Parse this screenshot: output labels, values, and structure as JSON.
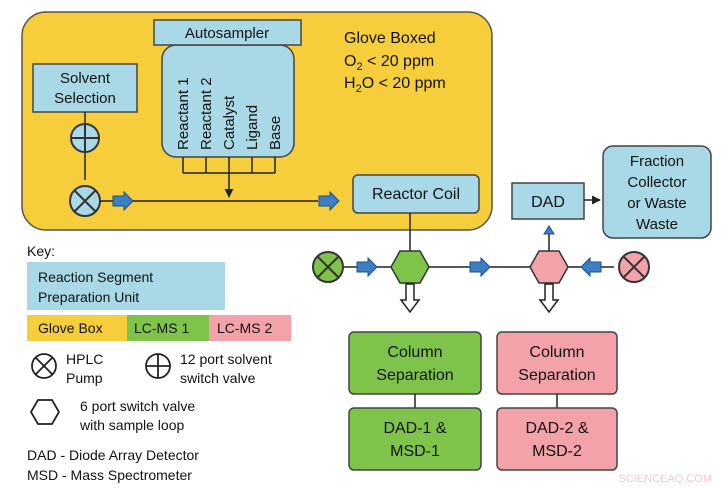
{
  "glove_box": {
    "title": "Glove Boxed",
    "o2_line": {
      "species": "O",
      "sub": "2",
      "rest": " < 20 ppm"
    },
    "h2o_line": {
      "h": "H",
      "sub": "2",
      "rest": "O < 20 ppm"
    }
  },
  "autosampler": {
    "label": "Autosampler",
    "slots": [
      "Reactant 1",
      "Reactant 2",
      "Catalyst",
      "Ligand",
      "Base"
    ]
  },
  "solvent_selection": {
    "line1": "Solvent",
    "line2": "Selection"
  },
  "reactor_coil": {
    "label": "Reactor Coil"
  },
  "dad": {
    "label": "DAD"
  },
  "fraction_collector": {
    "line1": "Fraction",
    "line2": "Collector",
    "line3": "or Waste",
    "line4": "Waste"
  },
  "column_1": {
    "line1": "Column",
    "line2": "Separation"
  },
  "column_2": {
    "line1": "Column",
    "line2": "Separation"
  },
  "detector_1": {
    "line1": "DAD-1 &",
    "line2": "MSD-1"
  },
  "detector_2": {
    "line1": "DAD-2 &",
    "line2": "MSD-2"
  },
  "key": {
    "title": "Key:",
    "segment_line1": "Reaction Segment",
    "segment_line2": "Preparation Unit",
    "glove_box": "Glove Box",
    "lcms1": "LC-MS 1",
    "lcms2": "LC-MS 2",
    "hplc_line1": "HPLC",
    "hplc_line2": "Pump",
    "port12_line1": "12 port solvent",
    "port12_line2": "switch valve",
    "port6_line1": "6 port switch valve",
    "port6_line2": "with sample loop",
    "dad_def": "DAD - Diode Array Detector",
    "msd_def": "MSD - Mass Spectrometer"
  },
  "watermark": "SCIENCEAQ.COM",
  "colors": {
    "glove_box": "#f6cd3a",
    "reaction_unit": "#a9d9e6",
    "lcms1": "#7fc44a",
    "lcms2": "#f2a2a8",
    "pipe_arrow": "#3d7fc4",
    "outline": "#333333"
  }
}
